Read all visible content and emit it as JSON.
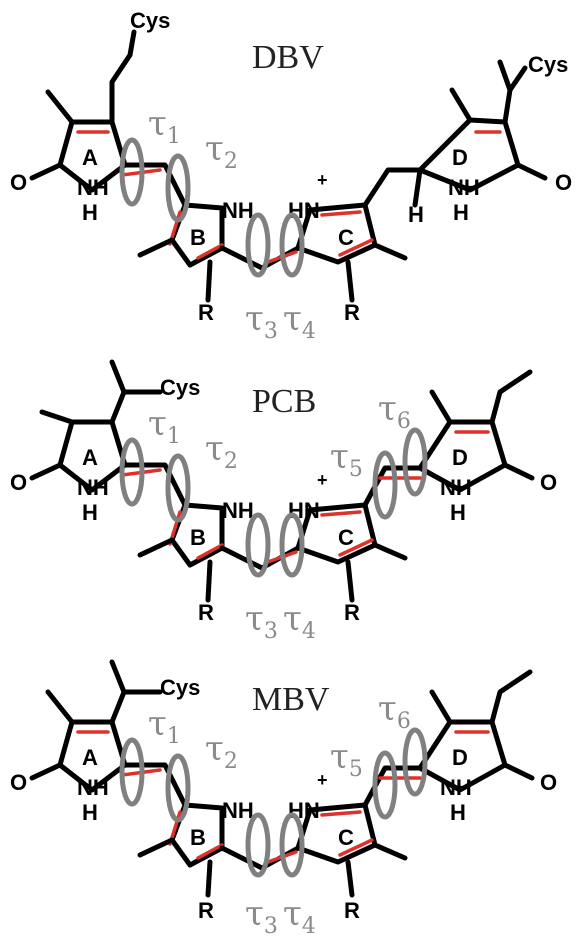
{
  "panels": [
    {
      "title": "DBV",
      "ring_labels": {
        "A": "A",
        "B": "B",
        "C": "C",
        "D": "D"
      },
      "atoms": {
        "cys_a": "Cys",
        "cys_d": "Cys",
        "o_left": "O",
        "o_right": "O",
        "nh_a": "NH",
        "h_a": "H",
        "nh_b": "NH",
        "hn_c": "HN",
        "charge": "+",
        "nh_d": "NH",
        "h_d": "H",
        "h_stereo": "H",
        "r_b": "R",
        "r_c": "R"
      },
      "torsions": [
        {
          "sym": "τ",
          "sub": "1"
        },
        {
          "sym": "τ",
          "sub": "2"
        },
        {
          "sym": "τ",
          "sub": "3"
        },
        {
          "sym": "τ",
          "sub": "4"
        }
      ]
    },
    {
      "title": "PCB",
      "ring_labels": {
        "A": "A",
        "B": "B",
        "C": "C",
        "D": "D"
      },
      "atoms": {
        "cys_a": "Cys",
        "o_left": "O",
        "o_right": "O",
        "nh_a": "NH",
        "h_a": "H",
        "nh_b": "NH",
        "hn_c": "HN",
        "charge": "+",
        "nh_d": "NH",
        "h_d": "H",
        "r_b": "R",
        "r_c": "R"
      },
      "torsions": [
        {
          "sym": "τ",
          "sub": "1"
        },
        {
          "sym": "τ",
          "sub": "2"
        },
        {
          "sym": "τ",
          "sub": "3"
        },
        {
          "sym": "τ",
          "sub": "4"
        },
        {
          "sym": "τ",
          "sub": "5"
        },
        {
          "sym": "τ",
          "sub": "6"
        }
      ]
    },
    {
      "title": "MBV",
      "ring_labels": {
        "A": "A",
        "B": "B",
        "C": "C",
        "D": "D"
      },
      "atoms": {
        "cys_a": "Cys",
        "o_left": "O",
        "o_right": "O",
        "nh_a": "NH",
        "h_a": "H",
        "nh_b": "NH",
        "hn_c": "HN",
        "charge": "+",
        "nh_d": "NH",
        "h_d": "H",
        "r_b": "R",
        "r_c": "R"
      },
      "torsions": [
        {
          "sym": "τ",
          "sub": "1"
        },
        {
          "sym": "τ",
          "sub": "2"
        },
        {
          "sym": "τ",
          "sub": "3"
        },
        {
          "sym": "τ",
          "sub": "4"
        },
        {
          "sym": "τ",
          "sub": "5"
        },
        {
          "sym": "τ",
          "sub": "6"
        }
      ]
    }
  ],
  "colors": {
    "bond": "#000000",
    "double_bond_highlight": "#e0302a",
    "rotation_arrow": "#808080",
    "title": "#222222"
  }
}
